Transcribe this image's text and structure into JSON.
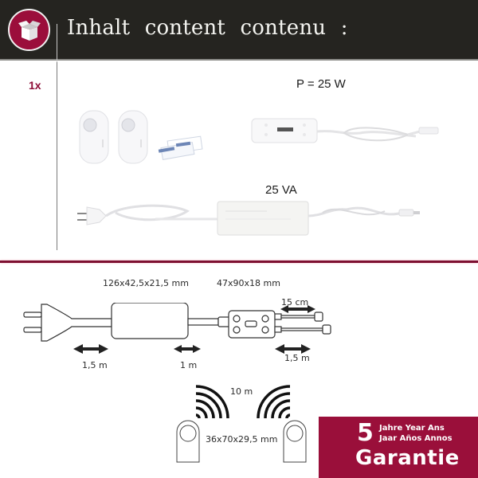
{
  "header": {
    "icon": "open-box-icon",
    "title": "Inhalt   content   contenu :"
  },
  "contents": {
    "quantity": "1x",
    "items": [
      {
        "name": "motion-sensor",
        "count": 2
      },
      {
        "name": "adhesive-pads"
      },
      {
        "name": "controller-hub",
        "label": "P = 25 W"
      },
      {
        "name": "power-supply",
        "label": "25 VA"
      }
    ]
  },
  "diagram": {
    "power_supply_dimensions": "126x42,5x21,5 mm",
    "hub_dimensions": "47x90x18 mm",
    "plug_cable_length": "1,5 m",
    "output_cable_length": "1 m",
    "hub_short_lead": "15 cm",
    "hub_long_lead": "1,5 m",
    "sensor_range": "10 m",
    "sensor_dimensions": "36x70x29,5 mm"
  },
  "guarantee": {
    "years": "5",
    "line1": "Jahre Year Ans",
    "line2": "Jaar Años Annos",
    "title": "Garantie",
    "color": "#9a0f3a"
  },
  "colors": {
    "header_bg": "#252420",
    "accent": "#8e0d37"
  }
}
